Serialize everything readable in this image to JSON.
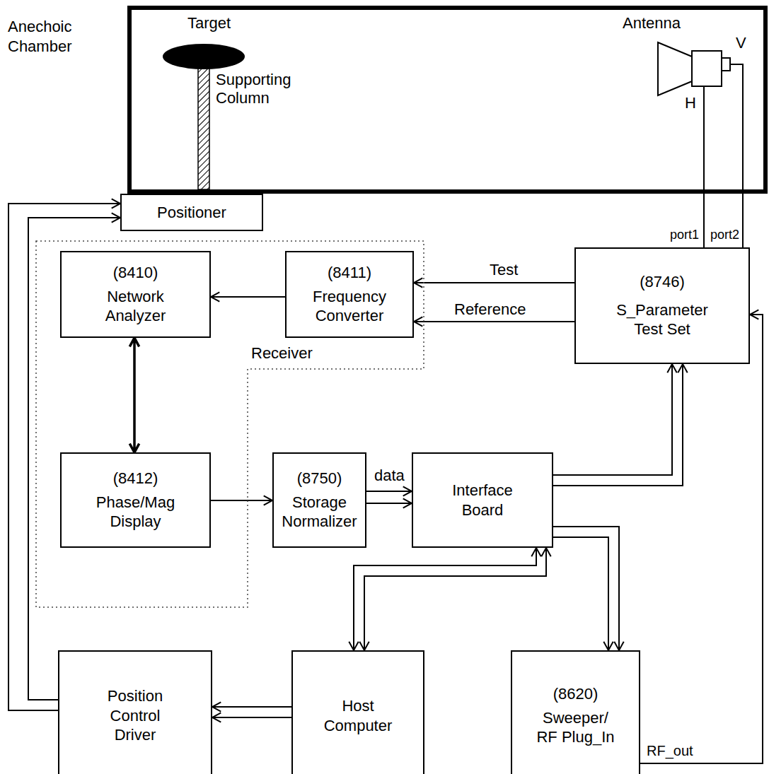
{
  "diagram": {
    "nodes": [
      {
        "text": [
          "Anechoic Chamber"
        ]
      },
      {
        "text": [
          "Positioner"
        ]
      },
      {
        "text": [
          "Receiver"
        ]
      },
      {
        "text": [
          "(8410)",
          "Network Analyzer"
        ],
        "in": 2
      },
      {
        "text": [
          "(8411)",
          "Frequency Converter"
        ],
        "in": 2
      },
      {
        "text": [
          "(8746)",
          "S_Parameter Test Set"
        ]
      },
      {
        "text": [
          "(8412)",
          "Phase/Mag Display"
        ],
        "in": 2
      },
      {
        "text": [
          "(8750)",
          "Storage Normalizer"
        ]
      },
      {
        "text": [
          "Interface Board"
        ]
      },
      {
        "text": [
          "Position Control Driver"
        ]
      },
      {
        "text": [
          "Host Computer"
        ]
      },
      {
        "text": [
          "(8620)",
          "Sweeper/ RF Plug_In"
        ]
      }
    ],
    "edges": [
      {
        "from": 9,
        "to": 1,
        "arrow": "to"
      },
      {
        "from": 10,
        "to": 9,
        "arrow": "to"
      },
      {
        "from": 10,
        "to": 8,
        "arrow": "both"
      },
      {
        "from": 8,
        "to": 5,
        "arrow": "to"
      },
      {
        "from": 8,
        "to": 11,
        "arrow": "to"
      },
      {
        "from": 11,
        "to": 5,
        "arrow": "to",
        "label": "RF_out"
      },
      {
        "from": 5,
        "to": 4,
        "arrow": "to",
        "label": "Test"
      },
      {
        "from": 5,
        "to": 4,
        "arrow": "to",
        "label": "Reference"
      },
      {
        "from": 4,
        "to": 3,
        "arrow": "to"
      },
      {
        "from": 3,
        "to": 6,
        "arrow": "both"
      },
      {
        "from": 6,
        "to": 7,
        "arrow": "to"
      },
      {
        "from": 7,
        "to": 8,
        "arrow": "to",
        "label": "data"
      },
      {
        "from": 5,
        "to": 0,
        "arrow": "none",
        "label": "port1"
      },
      {
        "from": 5,
        "to": 0,
        "arrow": "none",
        "label": "port2"
      }
    ],
    "labels": [
      "Target",
      "Antenna",
      "Supporting Column",
      "H",
      "V"
    ]
  }
}
